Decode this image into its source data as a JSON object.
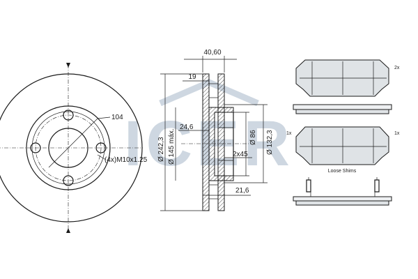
{
  "watermark": {
    "text": "ICER",
    "color": "#c9d3de"
  },
  "disc_front": {
    "bolt_circle_label": "104",
    "thread_label": "(4x)M10x1.25"
  },
  "disc_section": {
    "total_width": "40,60",
    "hub_depth": "19",
    "outer_diameter": "Ø 242,3",
    "thickness_max": "Ø 145 máx.",
    "hat_height": "24,6",
    "center_bore": "Ø 86",
    "chamfer": "2x45",
    "bolt_circle": "Ø 132,3",
    "min_thickness": "21,6"
  },
  "pads": {
    "top_qty": "2x",
    "left_qty": "1x",
    "right_qty": "1x",
    "shims_label": "Loose Shims"
  },
  "colors": {
    "line": "#1a1a1a",
    "pad_fill": "#dfe3e6",
    "watermark": "#c9d3de"
  }
}
